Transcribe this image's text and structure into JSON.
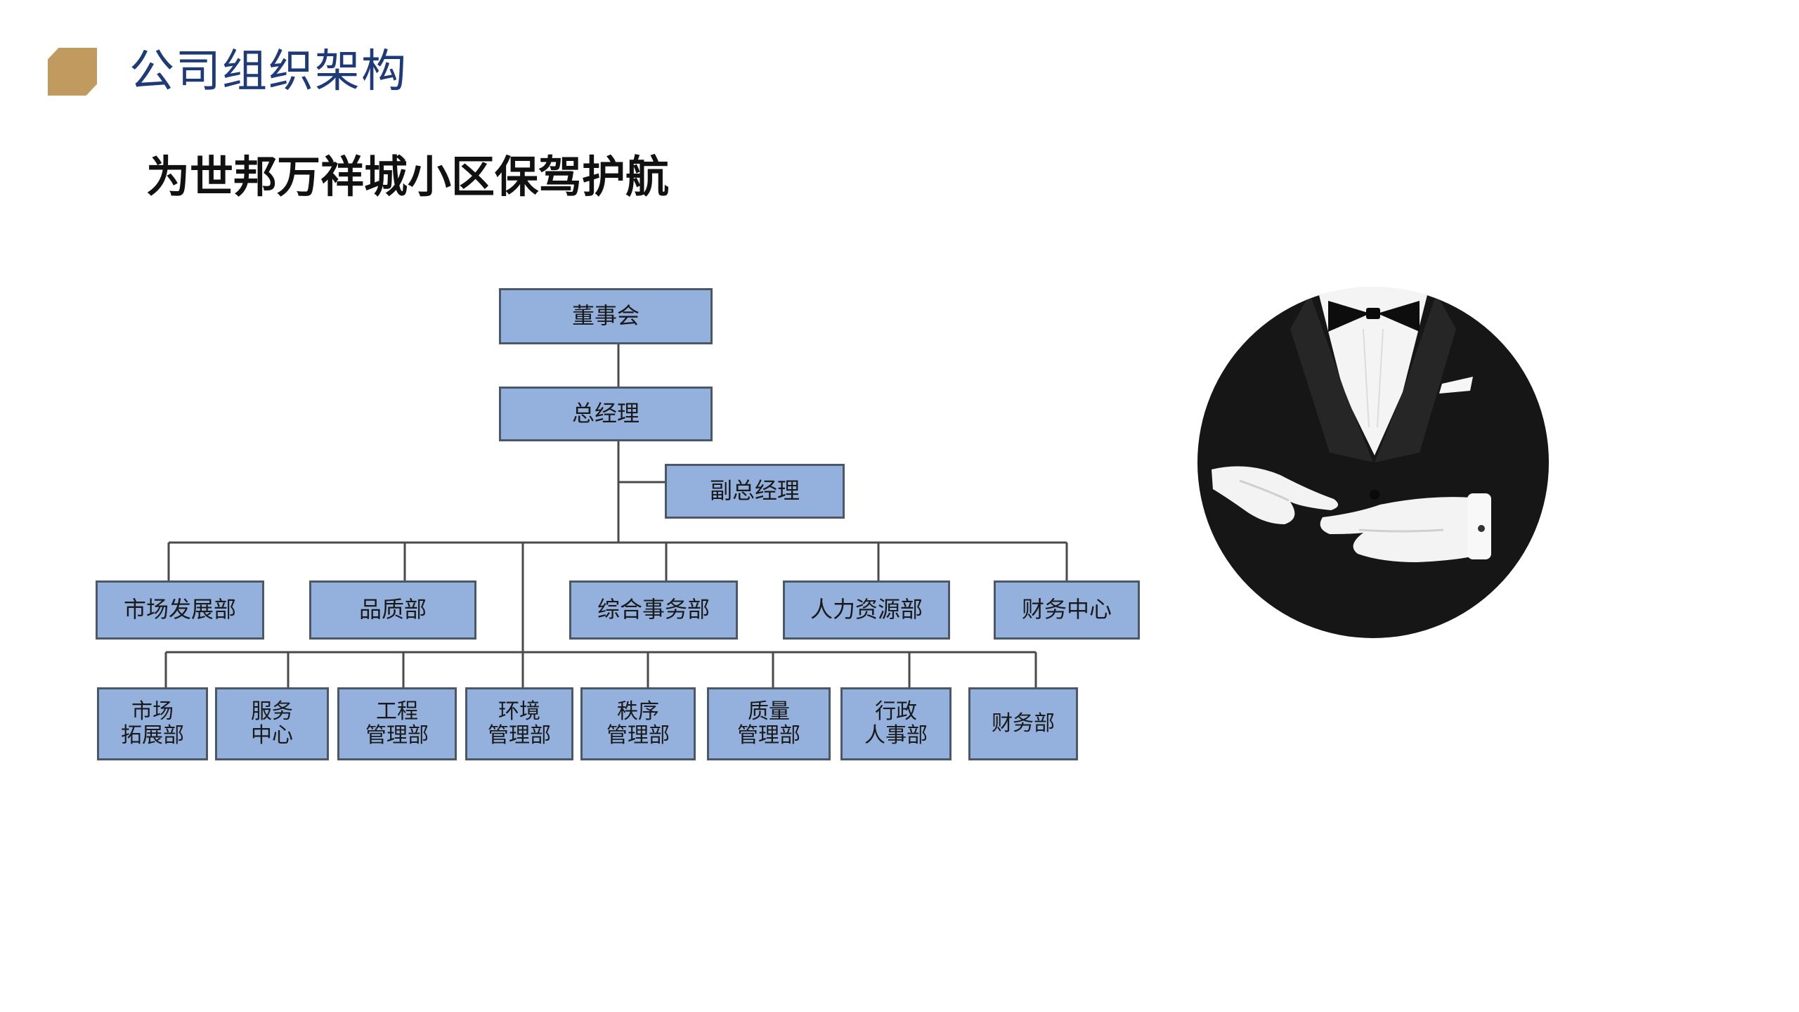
{
  "header": {
    "title": "公司组织架构",
    "accent_color": "#c09a5e",
    "title_color": "#1e3a78"
  },
  "subtitle": "为世邦万祥城小区保驾护航",
  "org": {
    "box_color": "#93b1dc",
    "border_color": "#4a5868",
    "board": "董事会",
    "general_manager": "总经理",
    "deputy_general_manager": "副总经理",
    "departments": [
      "市场发展部",
      "品质部",
      "综合事务部",
      "人力资源部",
      "财务中心"
    ],
    "units": [
      "市场\n拓展部",
      "服务\n中心",
      "工程\n管理部",
      "环境\n管理部",
      "秩序\n管理部",
      "质量\n管理部",
      "行政\n人事部",
      "财务部"
    ]
  },
  "photo": {
    "icon": "butler-tuxedo-photo"
  }
}
